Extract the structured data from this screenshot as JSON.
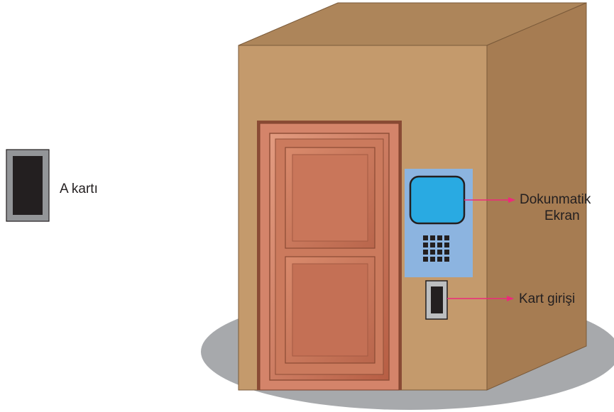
{
  "labels": {
    "card": "A kartı",
    "screen_line1": "Dokunmatik",
    "screen_line2": "Ekran",
    "card_slot": "Kart girişi"
  },
  "colors": {
    "shadow": "#a7a9ac",
    "box_front": "#c49a6c",
    "box_top": "#ad855a",
    "box_side": "#a67c52",
    "door": "#c8735a",
    "panel": "#8cb4e0",
    "screen": "#29aae2",
    "arrow": "#ec2a7a",
    "card_outer": "#939598",
    "card_inner": "#231f20"
  },
  "keypad": {
    "rows": 4,
    "cols": 4
  }
}
